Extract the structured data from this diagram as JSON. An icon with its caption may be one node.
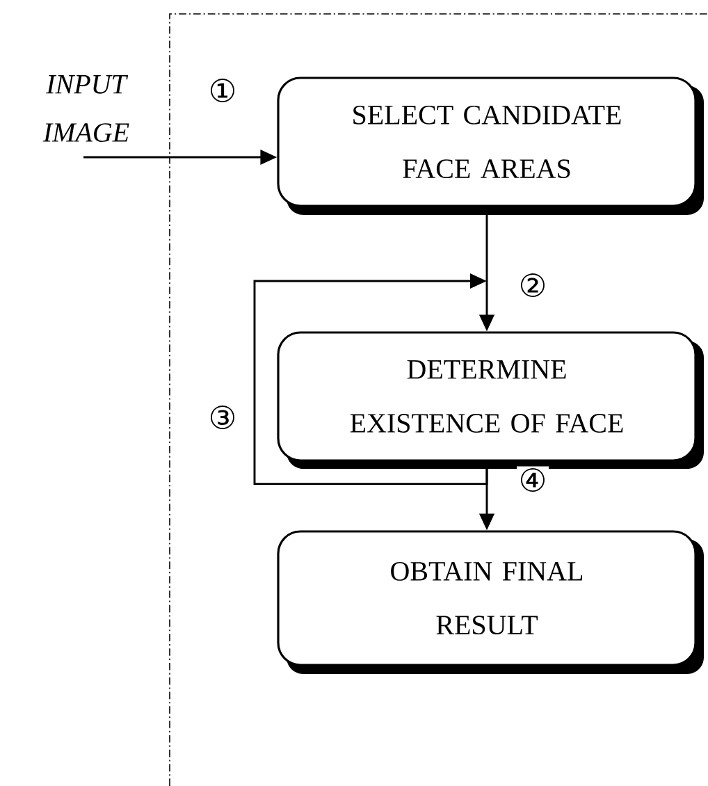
{
  "diagram": {
    "nodes": [
      {
        "text": [
          "INPUT IMAGE"
        ]
      },
      {
        "text": [
          "SELECT CANDIDATE FACE AREAS"
        ]
      },
      {
        "text": [
          "DETERMINE EXISTENCE OF FACE"
        ]
      },
      {
        "text": [
          "OBTAIN FINAL RESULT"
        ]
      }
    ],
    "edges": [
      {
        "from": 0,
        "to": 1,
        "arrow": "to",
        "label": "①"
      },
      {
        "from": 1,
        "to": 2,
        "arrow": "to",
        "label": "②"
      },
      {
        "from": 2,
        "to": 2,
        "arrow": "to",
        "label": "③"
      },
      {
        "from": 2,
        "to": 3,
        "arrow": "to",
        "label": "④"
      }
    ]
  }
}
